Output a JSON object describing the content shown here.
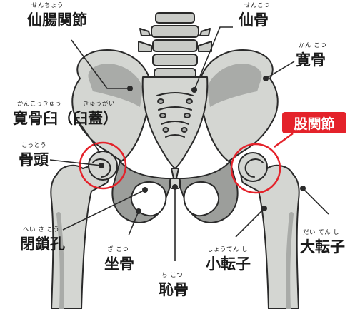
{
  "labels": {
    "sacroiliac_joint": {
      "text": "仙腸関節",
      "ruby": "せんちょう"
    },
    "sacrum": {
      "text": "仙骨",
      "ruby": "せんこつ"
    },
    "ilium": {
      "text": "寛骨",
      "ruby": "かん こつ"
    },
    "acetabulum": {
      "text": "寛骨臼（臼蓋）",
      "ruby_left": "かんこっきゅう",
      "ruby_right": "きゅうがい"
    },
    "femoral_head": {
      "text": "骨頭",
      "ruby": "こっとう"
    },
    "hip_joint": {
      "text": "股関節"
    },
    "obturator_foramen": {
      "text": "閉鎖孔",
      "ruby": "へい さ こう"
    },
    "ischium": {
      "text": "坐骨",
      "ruby": "ざ こつ"
    },
    "pubis": {
      "text": "恥骨",
      "ruby": "ち こつ"
    },
    "lesser_trochanter": {
      "text": "小転子",
      "ruby": "しょうてん し"
    },
    "greater_trochanter": {
      "text": "大転子",
      "ruby": "だい てん し"
    }
  },
  "colors": {
    "bone": "#d4d6d2",
    "bone_shadow": "#a9aba8",
    "bone_dark": "#7d7f7c",
    "outline": "#2a2a2a",
    "highlight_circle": "#e4222a",
    "badge_bg": "#e4222a"
  }
}
